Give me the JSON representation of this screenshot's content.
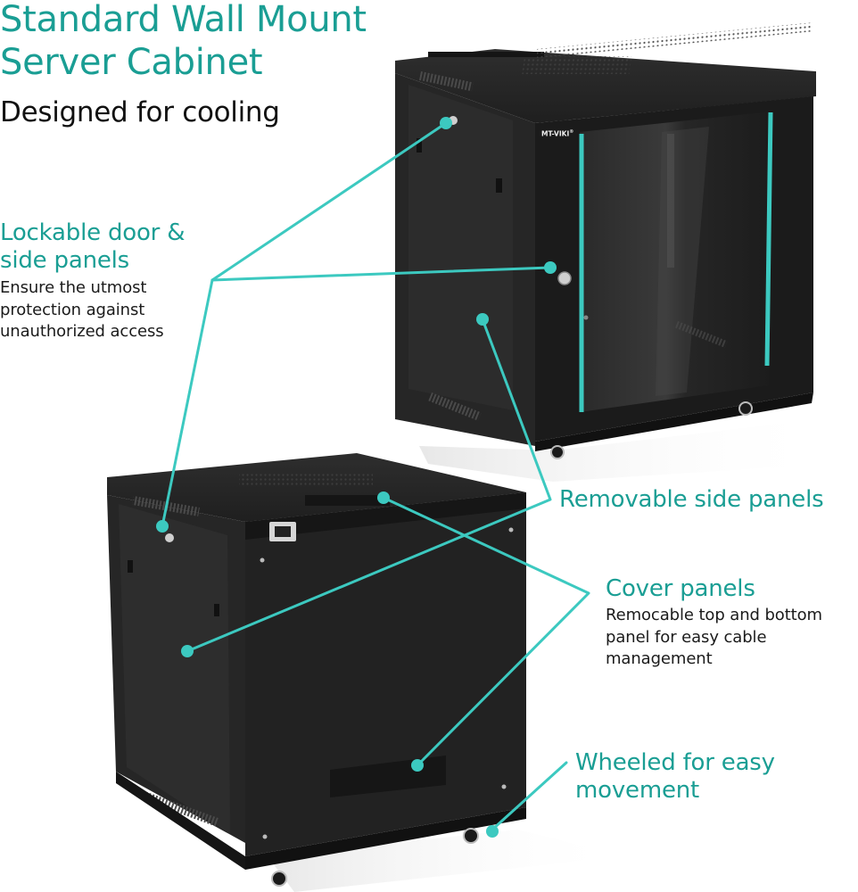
{
  "header": {
    "title_line1": "Standard Wall Mount",
    "title_line2": "Server Cabinet",
    "subtitle": "Designed for cooling"
  },
  "brand": {
    "logo_text": "MT-VIKI",
    "registered_mark": "®"
  },
  "features": [
    {
      "heading_line1": "Lockable door &",
      "heading_line2": "side panels",
      "description_lines": [
        "Ensure the utmost",
        "protection against",
        "unauthorized access"
      ]
    },
    {
      "heading_line1": "Removable side panels"
    },
    {
      "heading_line1": "Cover panels",
      "description_lines": [
        "Remocable top and bottom",
        "panel for easy cable",
        "management"
      ]
    },
    {
      "heading_line1": "Wheeled for easy",
      "heading_line2": "movement"
    }
  ],
  "colors": {
    "accent": "#1a9e94",
    "callout_line": "#3cc9c0",
    "cabinet_dark": "#1e1e1e",
    "text_dark": "#111111",
    "background": "#ffffff"
  }
}
